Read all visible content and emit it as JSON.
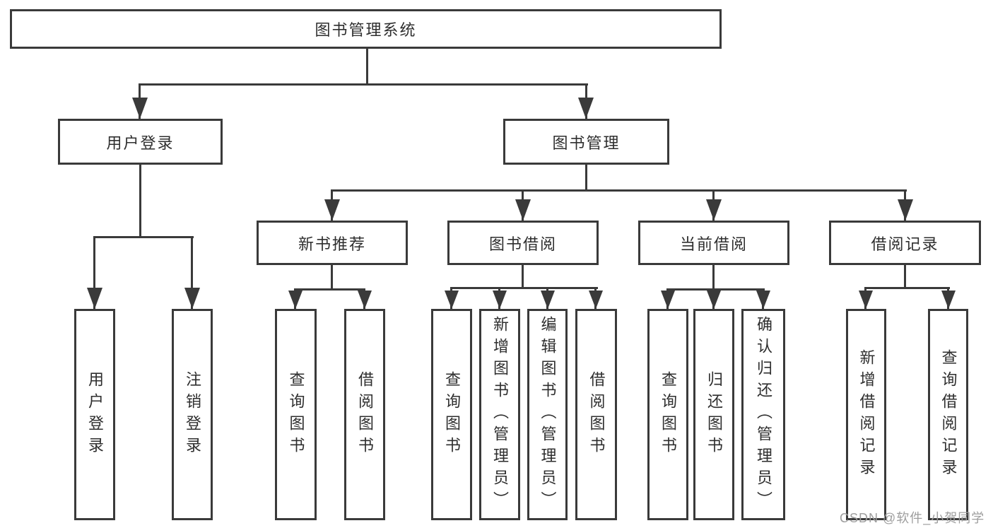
{
  "diagram": {
    "title": "图书管理系统",
    "watermark": "CSDN @软件_小贺同学",
    "colors": {
      "line": "#3a3a3a",
      "text": "#2e2e2e",
      "watermark": "#9e9e9e",
      "background": "#ffffff"
    },
    "tree": {
      "label": "图书管理系统",
      "children": [
        {
          "label": "用户登录",
          "children": [
            {
              "label": "用户登录"
            },
            {
              "label": "注销登录"
            }
          ]
        },
        {
          "label": "图书管理",
          "children": [
            {
              "label": "新书推荐",
              "children": [
                {
                  "label": "查询图书"
                },
                {
                  "label": "借阅图书"
                }
              ]
            },
            {
              "label": "图书借阅",
              "children": [
                {
                  "label": "查询图书"
                },
                {
                  "label": "新增图书（管理员）"
                },
                {
                  "label": "编辑图书（管理员）"
                },
                {
                  "label": "借阅图书"
                }
              ]
            },
            {
              "label": "当前借阅",
              "children": [
                {
                  "label": "查询图书"
                },
                {
                  "label": "归还图书"
                },
                {
                  "label": "确认归还（管理员）"
                }
              ]
            },
            {
              "label": "借阅记录",
              "children": [
                {
                  "label": "新增借阅记录"
                },
                {
                  "label": "查询借阅记录"
                }
              ]
            }
          ]
        }
      ]
    }
  }
}
